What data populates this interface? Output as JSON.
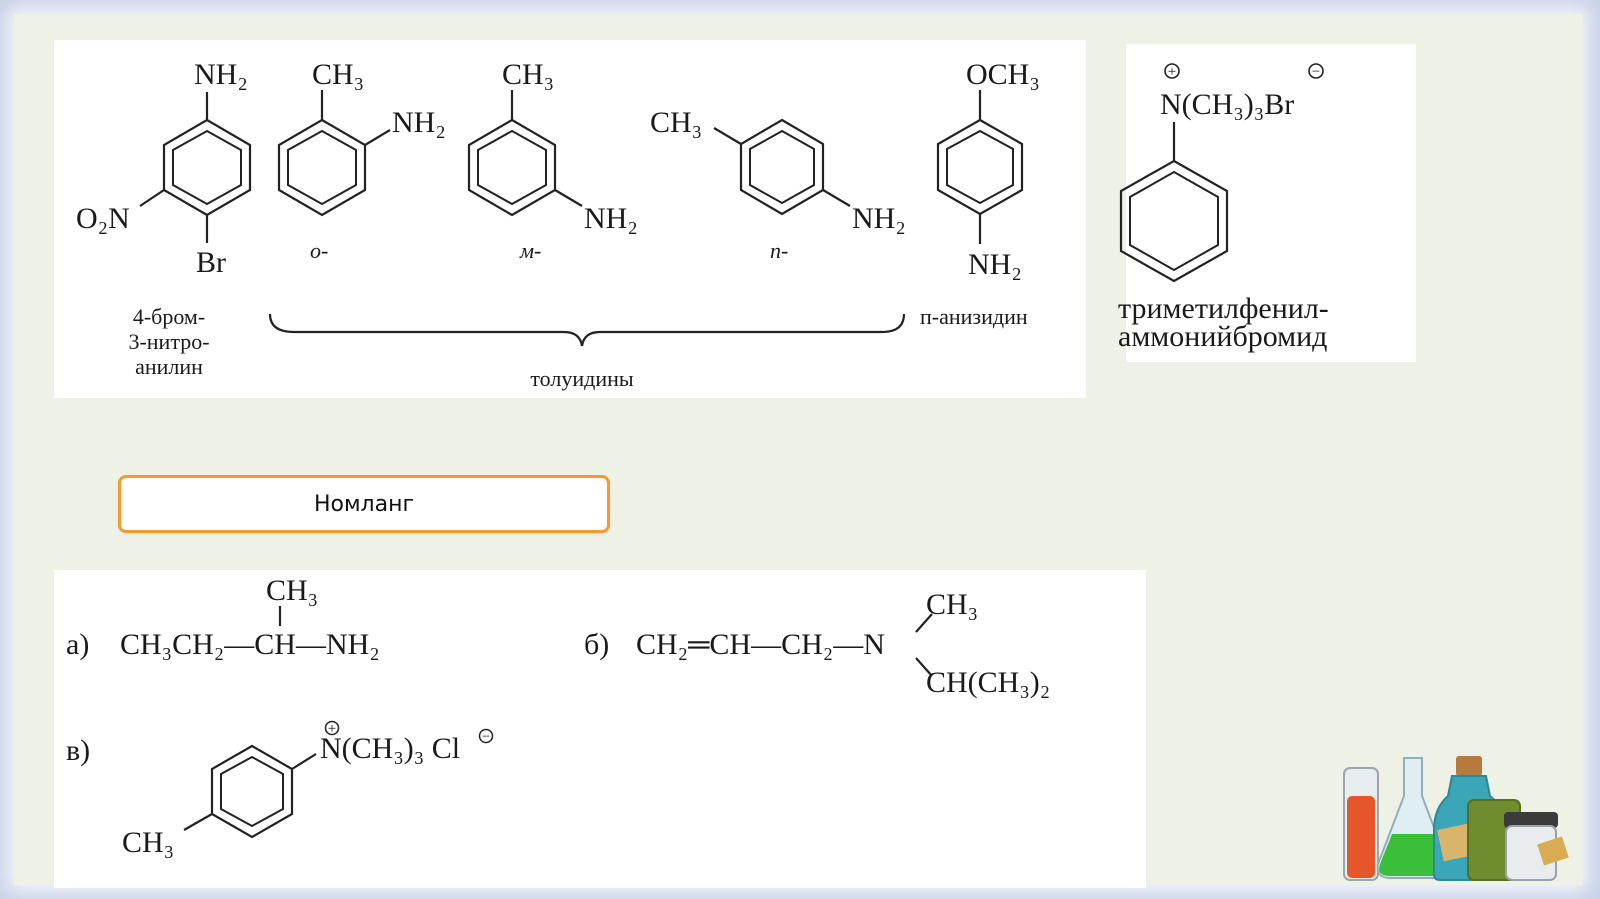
{
  "top": {
    "bromonitroaniline": {
      "nh2": "NH₂",
      "o2n": "O₂N",
      "br": "Br",
      "name": [
        "4-бром-",
        "3-нитро-",
        "анилин"
      ]
    },
    "ortho": {
      "ch3": "CH₃",
      "nh2": "NH₂",
      "prefix": "о-"
    },
    "meta": {
      "ch3": "CH₃",
      "nh2": "NH₂",
      "prefix": "м-"
    },
    "para": {
      "ch3": "CH₃",
      "nh2": "NH₂",
      "prefix": "п-"
    },
    "toluidines_label": "толуидины",
    "anisidine": {
      "och3": "OCH₃",
      "nh2": "NH₂",
      "name": "п-анизидин"
    }
  },
  "right": {
    "formula": "N(CH₃)₃Br",
    "plus": "+",
    "minus": "−",
    "name": [
      "триметилфенил-",
      "аммонийбромид"
    ]
  },
  "lang_button": "Номланг",
  "bottom": {
    "a": {
      "label": "а)",
      "ch3": "CH₃",
      "chain": "CH₃CH₂—CH—NH₂"
    },
    "b": {
      "label": "б)",
      "chain": "CH₂═CH—CH₂—N",
      "ch3": "CH₃",
      "isopropyl": "CH(CH₃)₂"
    },
    "c": {
      "label": "в)",
      "formula": "N(CH₃)₃ Cl",
      "ch3": "CH₃",
      "plus": "+",
      "minus": "−"
    }
  },
  "colors": {
    "button_border": "#f39a34",
    "background": "#eef1e6",
    "frame": "#c9d2e8"
  },
  "icons": [
    "chemistry-flasks-icon"
  ]
}
